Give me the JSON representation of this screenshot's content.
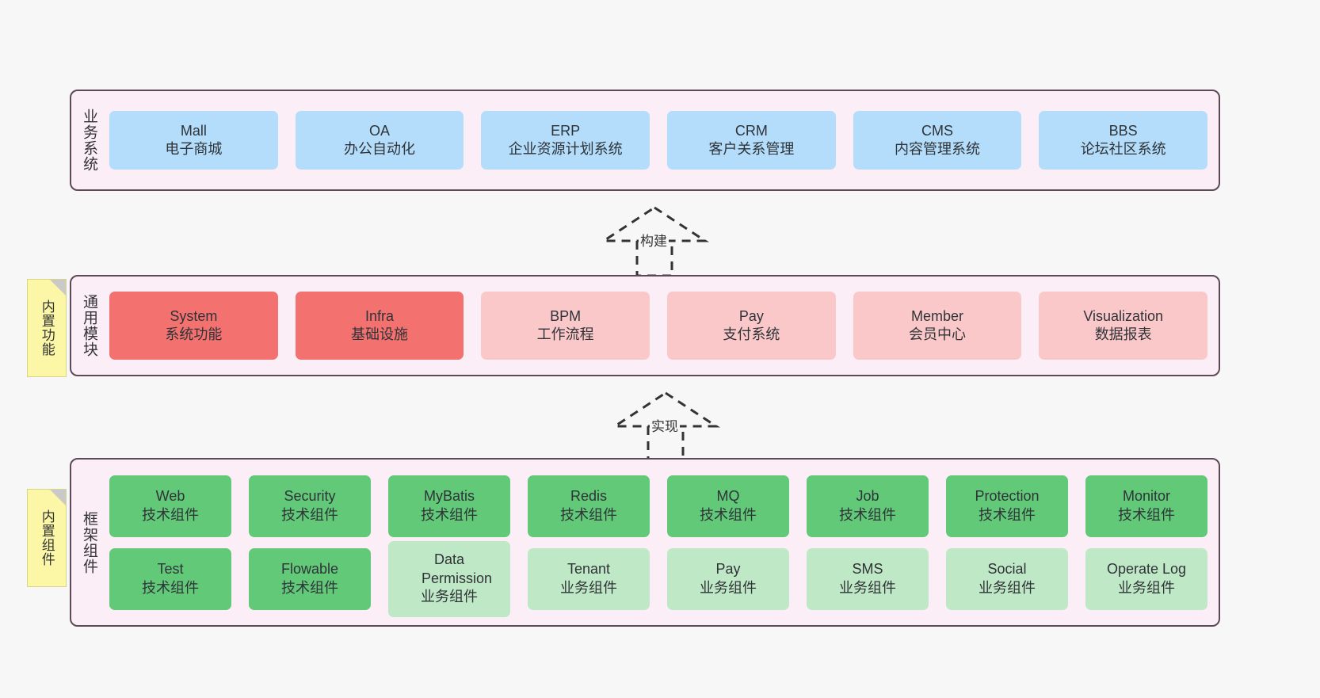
{
  "diagram": {
    "title_internal_only": "",
    "background": "#f7f7f7",
    "container_fill": "#fbeef6",
    "container_border": "#5d4a56"
  },
  "layers": [
    {
      "key": "business",
      "title": "业务系统",
      "color_token": "blue",
      "rows": [
        {
          "nodes": [
            {
              "name": "Mall",
              "sub": "电子商城",
              "color": "#b3ddfb"
            },
            {
              "name": "OA",
              "sub": "办公自动化",
              "color": "#b3ddfb"
            },
            {
              "name": "ERP",
              "sub": "企业资源计划系统",
              "color": "#b3ddfb"
            },
            {
              "name": "CRM",
              "sub": "客户关系管理",
              "color": "#b3ddfb"
            },
            {
              "name": "CMS",
              "sub": "内容管理系统",
              "color": "#b3ddfb"
            },
            {
              "name": "BBS",
              "sub": "论坛社区系统",
              "color": "#b3ddfb"
            }
          ]
        }
      ]
    },
    {
      "key": "module",
      "title": "通用模块",
      "sticky": "内置功能",
      "rows": [
        {
          "nodes": [
            {
              "name": "System",
              "sub": "系统功能",
              "color": "#f3716f"
            },
            {
              "name": "Infra",
              "sub": "基础设施",
              "color": "#f3716f"
            },
            {
              "name": "BPM",
              "sub": "工作流程",
              "color": "#fbc8ca"
            },
            {
              "name": "Pay",
              "sub": "支付系统",
              "color": "#fbc8ca"
            },
            {
              "name": "Member",
              "sub": "会员中心",
              "color": "#fbc8ca"
            },
            {
              "name": "Visualization",
              "sub": "数据报表",
              "color": "#fbc8ca"
            }
          ]
        }
      ]
    },
    {
      "key": "framework",
      "title": "框架组件",
      "sticky": "内置组件",
      "rows": [
        {
          "nodes": [
            {
              "name": "Web",
              "sub": "技术组件",
              "color": "#61c978"
            },
            {
              "name": "Security",
              "sub": "技术组件",
              "color": "#61c978"
            },
            {
              "name": "MyBatis",
              "sub": "技术组件",
              "color": "#61c978"
            },
            {
              "name": "Redis",
              "sub": "技术组件",
              "color": "#61c978"
            },
            {
              "name": "MQ",
              "sub": "技术组件",
              "color": "#61c978"
            },
            {
              "name": "Job",
              "sub": "技术组件",
              "color": "#61c978"
            },
            {
              "name": "Protection",
              "sub": "技术组件",
              "color": "#61c978"
            },
            {
              "name": "Monitor",
              "sub": "技术组件",
              "color": "#61c978"
            }
          ]
        },
        {
          "nodes": [
            {
              "name": "Test",
              "sub": "技术组件",
              "color": "#61c978"
            },
            {
              "name": "Flowable",
              "sub": "技术组件",
              "color": "#61c978"
            },
            {
              "name": "Data Permission",
              "sub": "业务组件",
              "color": "#bfe8c6"
            },
            {
              "name": "Tenant",
              "sub": "业务组件",
              "color": "#bfe8c6"
            },
            {
              "name": "Pay",
              "sub": "业务组件",
              "color": "#bfe8c6"
            },
            {
              "name": "SMS",
              "sub": "业务组件",
              "color": "#bfe8c6"
            },
            {
              "name": "Social",
              "sub": "业务组件",
              "color": "#bfe8c6"
            },
            {
              "name": "Operate Log",
              "sub": "业务组件",
              "color": "#bfe8c6"
            }
          ]
        }
      ]
    }
  ],
  "connectors": [
    {
      "key": "build",
      "label": "构建",
      "from": "module",
      "to": "business"
    },
    {
      "key": "implement",
      "label": "实现",
      "from": "framework",
      "to": "module"
    }
  ]
}
